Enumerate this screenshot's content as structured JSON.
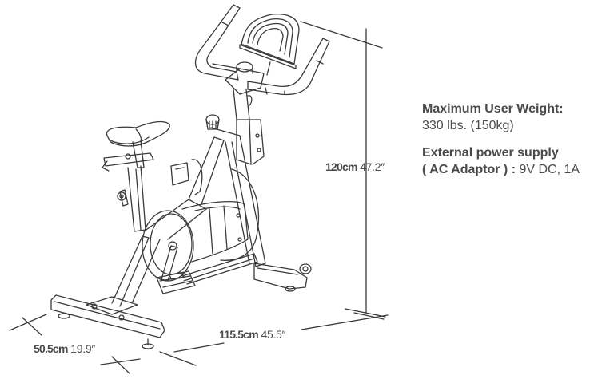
{
  "diagram": {
    "subject": "indoor spin exercise bike",
    "style": "monochrome line drawing",
    "line_color": "#3a3a3a"
  },
  "dimensions": {
    "height": {
      "metric": "120cm",
      "imperial": "47.2″"
    },
    "length": {
      "metric": "115.5cm",
      "imperial": "45.5″"
    },
    "width": {
      "metric": "50.5cm",
      "imperial": "19.9″"
    }
  },
  "specs": [
    {
      "title": "Maximum User Weight:",
      "value": "330 lbs. (150kg)"
    },
    {
      "title": "External power supply",
      "title_line2": "( AC Adaptor ) :",
      "value": "9V DC, 1A"
    }
  ],
  "colors": {
    "text": "#4a4a4a",
    "line": "#3a3a3a",
    "background": "#ffffff"
  }
}
